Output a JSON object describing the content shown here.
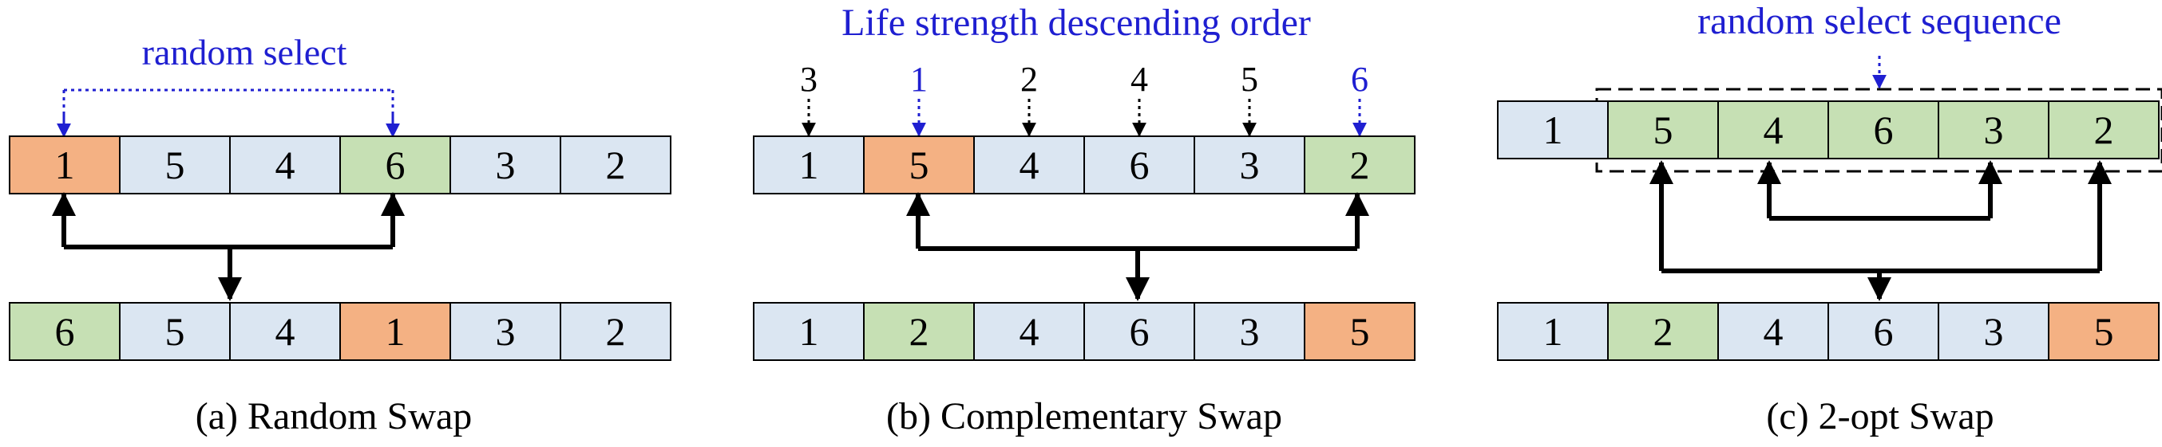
{
  "colors": {
    "light": "#dbe6f2",
    "green": "#c6e0b4",
    "orange": "#f4b183",
    "accent": "#1f1fd1",
    "stroke": "#000000"
  },
  "panels": [
    {
      "id": "a",
      "caption": "(a) Random Swap",
      "title": "random select",
      "top_row": {
        "cells": [
          {
            "v": "1",
            "c": "orange"
          },
          {
            "v": "5",
            "c": "light"
          },
          {
            "v": "4",
            "c": "light"
          },
          {
            "v": "6",
            "c": "green"
          },
          {
            "v": "3",
            "c": "light"
          },
          {
            "v": "2",
            "c": "light"
          }
        ]
      },
      "bottom_row": {
        "cells": [
          {
            "v": "6",
            "c": "green"
          },
          {
            "v": "5",
            "c": "light"
          },
          {
            "v": "4",
            "c": "light"
          },
          {
            "v": "1",
            "c": "orange"
          },
          {
            "v": "3",
            "c": "light"
          },
          {
            "v": "2",
            "c": "light"
          }
        ]
      }
    },
    {
      "id": "b",
      "caption": "(b) Complementary Swap",
      "title": "Life strength descending order",
      "ranks": [
        {
          "v": "3",
          "accent": false
        },
        {
          "v": "1",
          "accent": true
        },
        {
          "v": "2",
          "accent": false
        },
        {
          "v": "4",
          "accent": false
        },
        {
          "v": "5",
          "accent": false
        },
        {
          "v": "6",
          "accent": true
        }
      ],
      "top_row": {
        "cells": [
          {
            "v": "1",
            "c": "light"
          },
          {
            "v": "5",
            "c": "orange"
          },
          {
            "v": "4",
            "c": "light"
          },
          {
            "v": "6",
            "c": "light"
          },
          {
            "v": "3",
            "c": "light"
          },
          {
            "v": "2",
            "c": "green"
          }
        ]
      },
      "bottom_row": {
        "cells": [
          {
            "v": "1",
            "c": "light"
          },
          {
            "v": "2",
            "c": "green"
          },
          {
            "v": "4",
            "c": "light"
          },
          {
            "v": "6",
            "c": "light"
          },
          {
            "v": "3",
            "c": "light"
          },
          {
            "v": "5",
            "c": "orange"
          }
        ]
      }
    },
    {
      "id": "c",
      "caption": "(c) 2-opt Swap",
      "title": "random select sequence",
      "top_row": {
        "cells": [
          {
            "v": "1",
            "c": "light"
          },
          {
            "v": "5",
            "c": "green"
          },
          {
            "v": "4",
            "c": "green"
          },
          {
            "v": "6",
            "c": "green"
          },
          {
            "v": "3",
            "c": "green"
          },
          {
            "v": "2",
            "c": "green"
          }
        ]
      },
      "bottom_row": {
        "cells": [
          {
            "v": "1",
            "c": "light"
          },
          {
            "v": "2",
            "c": "green"
          },
          {
            "v": "4",
            "c": "light"
          },
          {
            "v": "6",
            "c": "light"
          },
          {
            "v": "3",
            "c": "light"
          },
          {
            "v": "5",
            "c": "orange"
          }
        ]
      }
    }
  ]
}
